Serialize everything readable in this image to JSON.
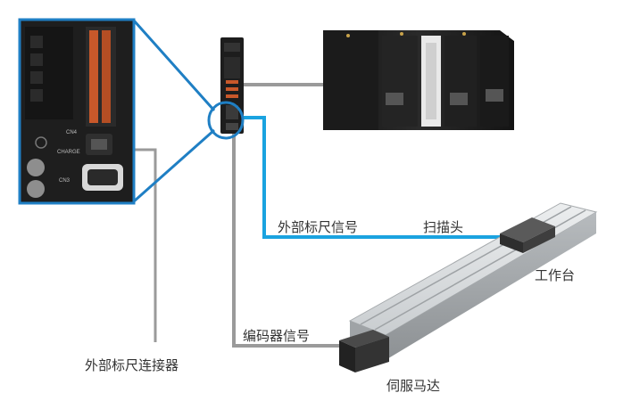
{
  "labels": {
    "external_scale_signal": "外部标尺信号",
    "scan_head": "扫描头",
    "worktable": "工作台",
    "encoder_signal": "编码器信号",
    "external_scale_connector": "外部标尺连接器",
    "servo_motor": "伺服马达"
  },
  "inset_text": {
    "cn4": "CN4",
    "charge": "CHARGE",
    "cn3": "CN3"
  },
  "colors": {
    "highlight_blue": "#1f7fc4",
    "signal_cyan": "#1aa3e0",
    "cable_gray": "#9a9a9a",
    "device_black": "#1d1d1d",
    "terminal_orange": "#c8582a",
    "rail_silver": "#cfd3d6"
  }
}
